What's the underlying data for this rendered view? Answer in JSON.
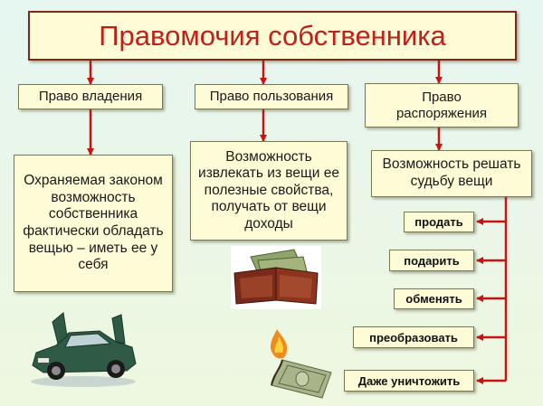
{
  "title": "Правомочия собственника",
  "rights": [
    {
      "label": "Право владения",
      "description": "Охраняемая законом возможность собственника фактически обладать вещью – иметь ее у себя"
    },
    {
      "label": "Право пользования",
      "description": "Возможность извлекать из вещи ее полезные свойства, получать от вещи доходы"
    },
    {
      "label": "Право распоряжения",
      "description": "Возможность решать судьбу вещи"
    }
  ],
  "actions": [
    "продать",
    "подарить",
    "обменять",
    "преобразовать",
    "Даже уничтожить"
  ],
  "colors": {
    "arrow": "#cc1111",
    "box_fill": "#fdfcd6",
    "title_text": "#c0201a"
  },
  "illustrations": [
    "car-image",
    "wallet-with-money-image",
    "burning-banknote-image"
  ]
}
